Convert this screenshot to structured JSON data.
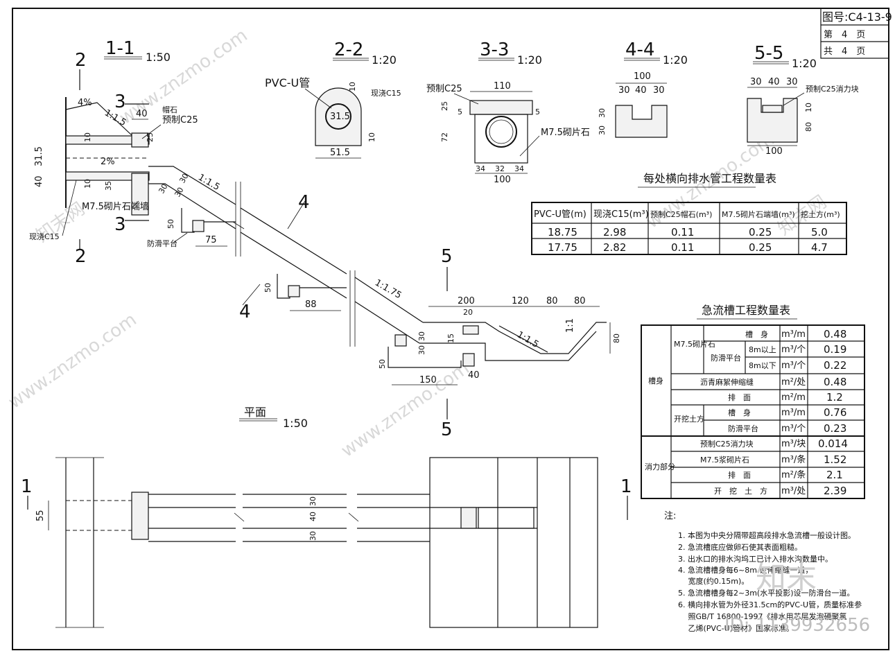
{
  "drawing_no": "图号:C4-13-9",
  "sheet_no": "第　4　页",
  "sheet_total": "共　4　页",
  "sections": {
    "s11": {
      "label": "1-1",
      "scale": "1:50"
    },
    "s22": {
      "label": "2-2",
      "scale": "1:20"
    },
    "s33": {
      "label": "3-3",
      "scale": "1:20"
    },
    "s44": {
      "label": "4-4",
      "scale": "1:20"
    },
    "s55": {
      "label": "5-5",
      "scale": "1:20"
    },
    "plan": {
      "label": "平面",
      "scale": "1:50"
    }
  },
  "cut_marks": {
    "two": "2",
    "three": "3",
    "four": "4",
    "five": "5",
    "one": "1"
  },
  "labels": {
    "pvc_pipe": "PVC-U管",
    "cast_c15": "现浇C15",
    "cap_stone": "帽石",
    "precast_c25": "预制C25",
    "precast_c25_short": "预制C25",
    "m75_stone": "M7.5砌片石",
    "m75_stone_end": "M7.5砌片石端墙",
    "antislip": "防滑平台",
    "c25_block": "预制C25消力块",
    "slope_4pct": "4%",
    "slope_2pct": "2%",
    "ratio_115": "1:1.5",
    "ratio_1175": "1:1.75",
    "ratio_11": "1:1"
  },
  "dims": {
    "d40": "40",
    "d25": "25",
    "d10": "10",
    "d31_5": "31.5",
    "d35": "35",
    "d30": "30",
    "d50": "50",
    "d75": "75",
    "d88": "88",
    "d200": "200",
    "d20": "20",
    "d120": "120",
    "d80": "80",
    "d150": "150",
    "d15": "15",
    "d51_5": "51.5",
    "d110": "110",
    "d5": "5",
    "d72": "72",
    "d34": "34",
    "d32": "32",
    "d100": "100",
    "d55": "55"
  },
  "table1": {
    "title": "每处横向排水管工程数量表",
    "headers": [
      "PVC-U管(m)",
      "现浇C15(m³)",
      "预制C25帽石(m³)",
      "M7.5砌片石端墙(m³)",
      "挖土方(m³)"
    ],
    "rows": [
      [
        "18.75",
        "2.98",
        "0.11",
        "0.25",
        "5.0"
      ],
      [
        "17.75",
        "2.82",
        "0.11",
        "0.25",
        "4.7"
      ]
    ]
  },
  "table2": {
    "title": "急流槽工程数量表",
    "group_body": "槽身",
    "group_energy": "消力部分",
    "sub_m75": "M7.5砌片石",
    "sub_antislip": "防滑平台",
    "sub_excavate": "开挖土方",
    "rows": [
      {
        "item": "槽　身",
        "size": "",
        "unit": "m³/m",
        "value": "0.48"
      },
      {
        "item": "",
        "size": "8m以上",
        "unit": "m³/个",
        "value": "0.19"
      },
      {
        "item": "",
        "size": "8m以下",
        "unit": "m³/个",
        "value": "0.22"
      },
      {
        "item": "沥青麻絮伸缩缝",
        "size": "",
        "unit": "m²/处",
        "value": "0.48"
      },
      {
        "item": "排　面",
        "size": "",
        "unit": "m²/m",
        "value": "1.2"
      },
      {
        "item": "槽　身",
        "size": "",
        "unit": "m³/m",
        "value": "0.76"
      },
      {
        "item": "防滑平台",
        "size": "",
        "unit": "m³/个",
        "value": "0.23"
      },
      {
        "item": "预制C25消力块",
        "size": "",
        "unit": "m³/块",
        "value": "0.014"
      },
      {
        "item": "M7.5浆砌片石",
        "size": "",
        "unit": "m³/条",
        "value": "1.52"
      },
      {
        "item": "排　面",
        "size": "",
        "unit": "m²/条",
        "value": "2.1"
      },
      {
        "item": "开　挖　土　方",
        "size": "",
        "unit": "m³/处",
        "value": "2.39"
      }
    ]
  },
  "notes": {
    "heading": "注:",
    "items": [
      "1. 本图为中央分隔带超高段排水急流槽一般设计图。",
      "2. 急流槽底应做卵石使其表面粗糙。",
      "3. 出水口的排水沟坞工已计入排水沟数量中。",
      "4. 急流槽槽身每6~8m 设伸缩缝一道，",
      "　 宽度(约0.15m)。",
      "5. 急流槽槽身每2~3m(水平投影)设一防滑台一道。",
      "6. 横向排水管为外径31.5cm的PVC-U管，质量标准参",
      "　 照GB/T 16800-1997《排水用芯层发泡硬聚氯",
      "　 乙烯(PVC-U)管材》国家标准。"
    ]
  },
  "watermark": {
    "brand": "知末",
    "id": "ID: 1139932656",
    "site": "www.znzmo.com",
    "site_cn": "知末网"
  }
}
